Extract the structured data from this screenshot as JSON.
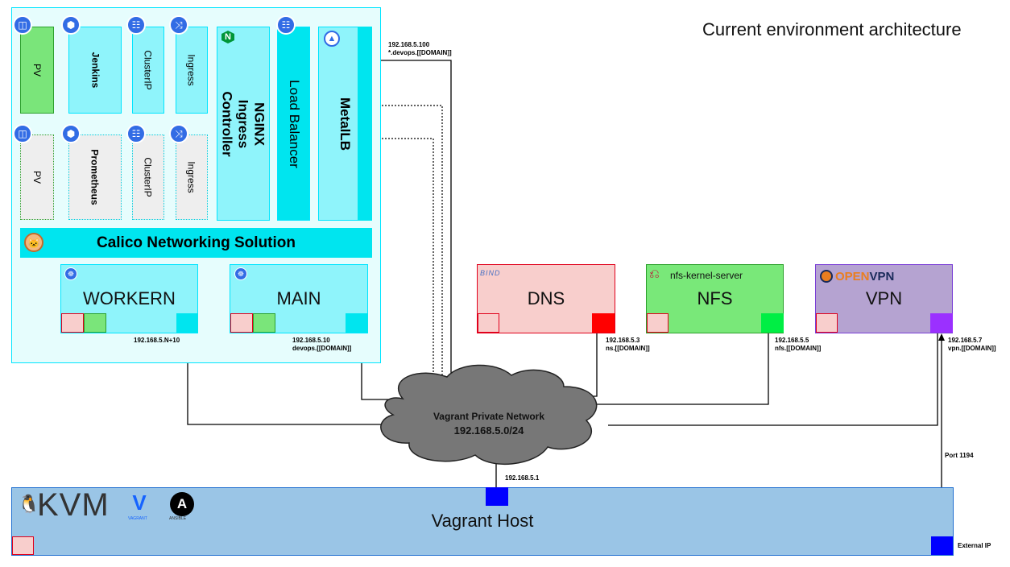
{
  "title": "Current environment architecture",
  "cluster": {
    "row1": {
      "pv": "PV",
      "app": "Jenkins",
      "clusterip": "ClusterIP",
      "ingress": "Ingress"
    },
    "row2": {
      "pv": "PV",
      "app": "Prometheus",
      "clusterip": "ClusterIP",
      "ingress": "Ingress"
    },
    "nginx": "NGINX Ingress Controller",
    "load_balancer": "Load Balancer",
    "metallb": "MetalLB",
    "calico": "Calico Networking Solution",
    "workern": {
      "label": "WORKERN",
      "ip": "192.168.5.N+10"
    },
    "main": {
      "label": "MAIN",
      "ip": "192.168.5.10",
      "host": "devops.[[DOMAIN]]"
    }
  },
  "metallb_ip": "192.168.5.100",
  "metallb_host": "*.devops.[[DOMAIN]]",
  "dns": {
    "logo": "BIND",
    "label": "DNS",
    "ip": "192.168.5.3",
    "host": "ns.[[DOMAIN]]"
  },
  "nfs": {
    "logo": "nfs-kernel-server",
    "label": "NFS",
    "ip": "192.168.5.5",
    "host": "nfs.[[DOMAIN]]"
  },
  "vpn": {
    "logo_a": "OPEN",
    "logo_b": "VPN",
    "label": "VPN",
    "ip": "192.168.5.7",
    "host": "vpn.[[DOMAIN]]"
  },
  "network": {
    "name": "Vagrant Private Network",
    "subnet": "192.168.5.0/24",
    "gateway": "192.168.5.1"
  },
  "port_label": "Port 1194",
  "host": {
    "label": "Vagrant Host",
    "kvm": "KVM",
    "vagrant": "VAGRANT",
    "ansible": "ANSIBLE",
    "external": "External IP"
  },
  "colors": {
    "cyan_border": "#00e5ff",
    "cyan_fill": "#8ff4fb",
    "green": "#7ae57a",
    "dns_fill": "#f8cecc",
    "dns_border": "#e0001b",
    "nfs_fill": "#79e879",
    "vpn_fill": "#b5a3d1",
    "host_fill": "#9ac5e6",
    "host_blue": "#0000ff"
  }
}
